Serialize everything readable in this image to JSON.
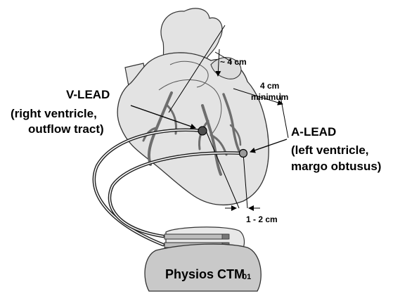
{
  "v_lead": {
    "title": "V-LEAD",
    "line1": "(right ventricle,",
    "line2": "outflow tract)"
  },
  "a_lead": {
    "title": "A-LEAD",
    "line1": "(left ventricle,",
    "line2": "margo obtusus)"
  },
  "measurements": {
    "approx": "~ 4 cm",
    "min_value": "4 cm",
    "min_word": "minimum",
    "spacing": "1 - 2 cm"
  },
  "device": {
    "name": "Physios CTM",
    "suffix": "01"
  },
  "colors": {
    "heart_fill": "#e3e3e3",
    "vessel": "#6e6e6e",
    "device_fill": "#c9c9c9",
    "electrode": "#4d4d4d"
  }
}
